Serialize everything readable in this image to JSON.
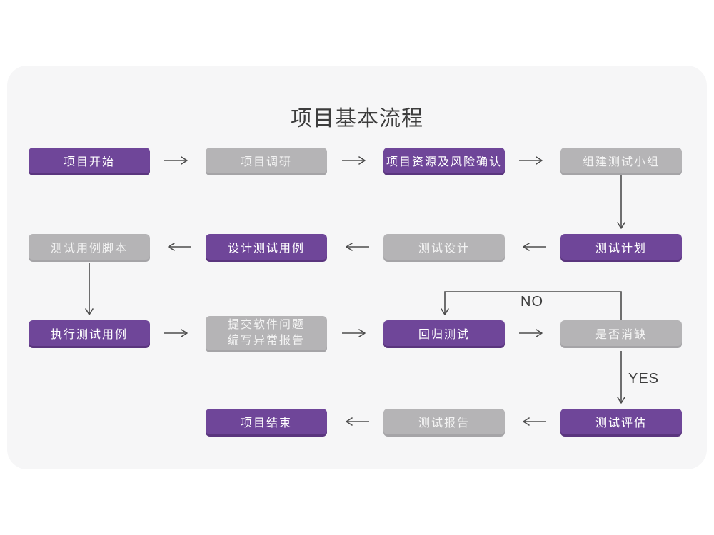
{
  "title": "项目基本流程",
  "colors": {
    "page_background": "#ffffff",
    "card_background": "#f6f6f7",
    "node_purple": "#6f4699",
    "node_purple_shadow": "#5a357e",
    "node_gray": "#b5b4b6",
    "node_gray_shadow": "#a5a4a7",
    "node_text": "#ffffff",
    "arrow": "#4d4d4d",
    "title_text": "#3d3d3d"
  },
  "labels": {
    "no": "NO",
    "yes": "YES"
  },
  "nodes": [
    {
      "id": "project-start",
      "text": "项目开始",
      "variant": "purple"
    },
    {
      "id": "project-research",
      "text": "项目调研",
      "variant": "gray"
    },
    {
      "id": "resource-risk",
      "text": "项目资源及风险确认",
      "variant": "purple"
    },
    {
      "id": "build-test-team",
      "text": "组建测试小组",
      "variant": "gray"
    },
    {
      "id": "test-plan",
      "text": "测试计划",
      "variant": "purple"
    },
    {
      "id": "test-design",
      "text": "测试设计",
      "variant": "gray"
    },
    {
      "id": "design-test-cases",
      "text": "设计测试用例",
      "variant": "purple"
    },
    {
      "id": "test-case-script",
      "text": "测试用例脚本",
      "variant": "gray"
    },
    {
      "id": "execute-test-cases",
      "text": "执行测试用例",
      "variant": "purple"
    },
    {
      "id": "submit-issues-report",
      "text": "提交软件问题\n编写异常报告",
      "variant": "gray"
    },
    {
      "id": "regression-test",
      "text": "回归测试",
      "variant": "purple"
    },
    {
      "id": "defect-cleared",
      "text": "是否消缺",
      "variant": "gray"
    },
    {
      "id": "test-evaluation",
      "text": "测试评估",
      "variant": "purple"
    },
    {
      "id": "test-report",
      "text": "测试报告",
      "variant": "gray"
    },
    {
      "id": "project-end",
      "text": "项目结束",
      "variant": "purple"
    }
  ],
  "edges": [
    {
      "from": "project-start",
      "to": "project-research",
      "label": ""
    },
    {
      "from": "project-research",
      "to": "resource-risk",
      "label": ""
    },
    {
      "from": "resource-risk",
      "to": "build-test-team",
      "label": ""
    },
    {
      "from": "build-test-team",
      "to": "test-plan",
      "label": ""
    },
    {
      "from": "test-plan",
      "to": "test-design",
      "label": ""
    },
    {
      "from": "test-design",
      "to": "design-test-cases",
      "label": ""
    },
    {
      "from": "design-test-cases",
      "to": "test-case-script",
      "label": ""
    },
    {
      "from": "test-case-script",
      "to": "execute-test-cases",
      "label": ""
    },
    {
      "from": "execute-test-cases",
      "to": "submit-issues-report",
      "label": ""
    },
    {
      "from": "submit-issues-report",
      "to": "regression-test",
      "label": ""
    },
    {
      "from": "regression-test",
      "to": "defect-cleared",
      "label": ""
    },
    {
      "from": "defect-cleared",
      "to": "regression-test",
      "label": "NO"
    },
    {
      "from": "defect-cleared",
      "to": "test-evaluation",
      "label": "YES"
    },
    {
      "from": "test-evaluation",
      "to": "test-report",
      "label": ""
    },
    {
      "from": "test-report",
      "to": "project-end",
      "label": ""
    }
  ]
}
